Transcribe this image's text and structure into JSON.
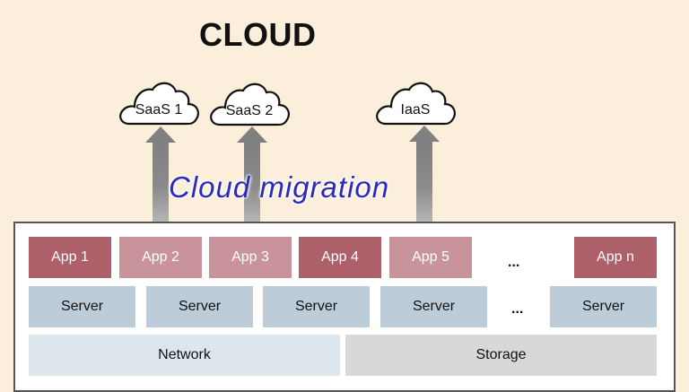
{
  "title": "CLOUD",
  "clouds": [
    {
      "label": "SaaS 1"
    },
    {
      "label": "SaaS 2"
    },
    {
      "label": "IaaS"
    }
  ],
  "migration_label": "Cloud migration",
  "apps": [
    {
      "label": "App 1",
      "migrated": false
    },
    {
      "label": "App 2",
      "migrated": true
    },
    {
      "label": "App 3",
      "migrated": true
    },
    {
      "label": "App 4",
      "migrated": false
    },
    {
      "label": "App 5",
      "migrated": true
    },
    {
      "label": "App n",
      "migrated": false
    }
  ],
  "apps_ellipsis": "...",
  "servers": [
    {
      "label": "Server"
    },
    {
      "label": "Server"
    },
    {
      "label": "Server"
    },
    {
      "label": "Server"
    },
    {
      "label": "Server"
    }
  ],
  "servers_ellipsis": "...",
  "network_label": "Network",
  "storage_label": "Storage",
  "colors": {
    "background": "#fbeedb",
    "app_onprem": "#ad5f6a",
    "app_migrated": "#c8939b",
    "server": "#bccdd9",
    "network": "#dde5ed",
    "storage": "#d8d8d8",
    "migration_text": "#2b2bb8"
  }
}
